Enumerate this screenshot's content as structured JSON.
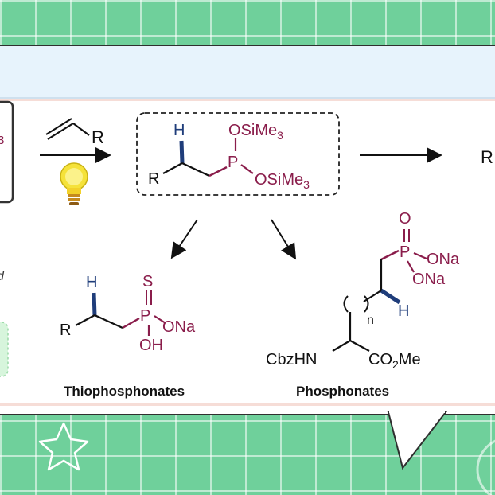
{
  "colors": {
    "background_green": "#6fd09b",
    "phosphorus_maroon": "#8a1d4b",
    "hydrogen_blue": "#1f3d7a",
    "bond_black": "#111111",
    "bulb_yellow": "#f5e23a"
  },
  "left_fragments": {
    "subscript_digit": "3",
    "italic_letter": "d"
  },
  "alkene": {
    "r_label": "R"
  },
  "intermediate": {
    "h_label": "H",
    "r_label": "R",
    "p_label": "P",
    "top_group": "OSiMe",
    "top_group_sub": "3",
    "bottom_group": "OSiMe",
    "bottom_group_sub": "3"
  },
  "right_product": {
    "r_label": "R"
  },
  "thiophosphonate": {
    "h_label": "H",
    "r_label": "R",
    "p_label": "P",
    "s_label": "S",
    "ona_label": "ONa",
    "oh_label": "OH",
    "caption": "Thiophosphonates"
  },
  "phosphonate": {
    "o_label": "O",
    "p_label": "P",
    "ona1_label": "ONa",
    "ona2_label": "ONa",
    "h_label": "H",
    "n_label": "n",
    "cbzhn_label": "CbzHN",
    "ester_label": "CO",
    "ester_sub": "2",
    "ester_tail": "Me",
    "caption": "Phosphonates"
  }
}
